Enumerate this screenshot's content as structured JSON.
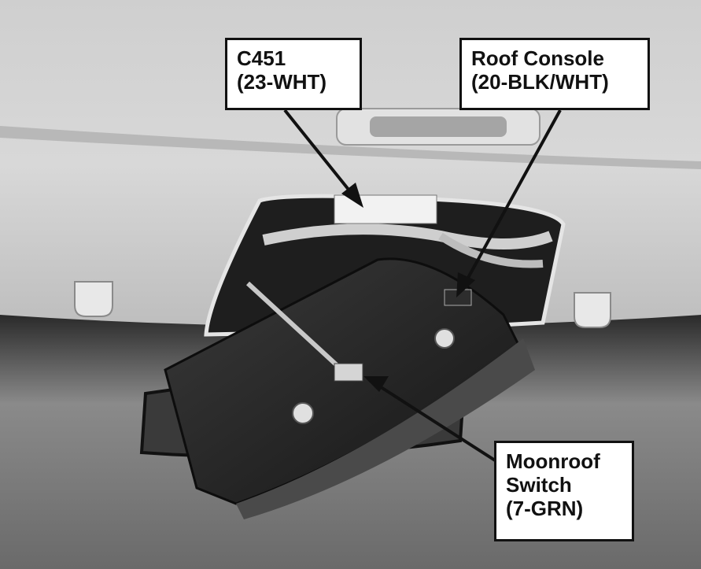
{
  "callouts": {
    "c451": {
      "line1": "C451",
      "line2": "(23-WHT)"
    },
    "roof_console": {
      "line1": "Roof Console",
      "line2": "(20-BLK/WHT)"
    },
    "moonroof_switch": {
      "line1": "Moonroof",
      "line2": "Switch",
      "line3": "(7-GRN)"
    }
  }
}
